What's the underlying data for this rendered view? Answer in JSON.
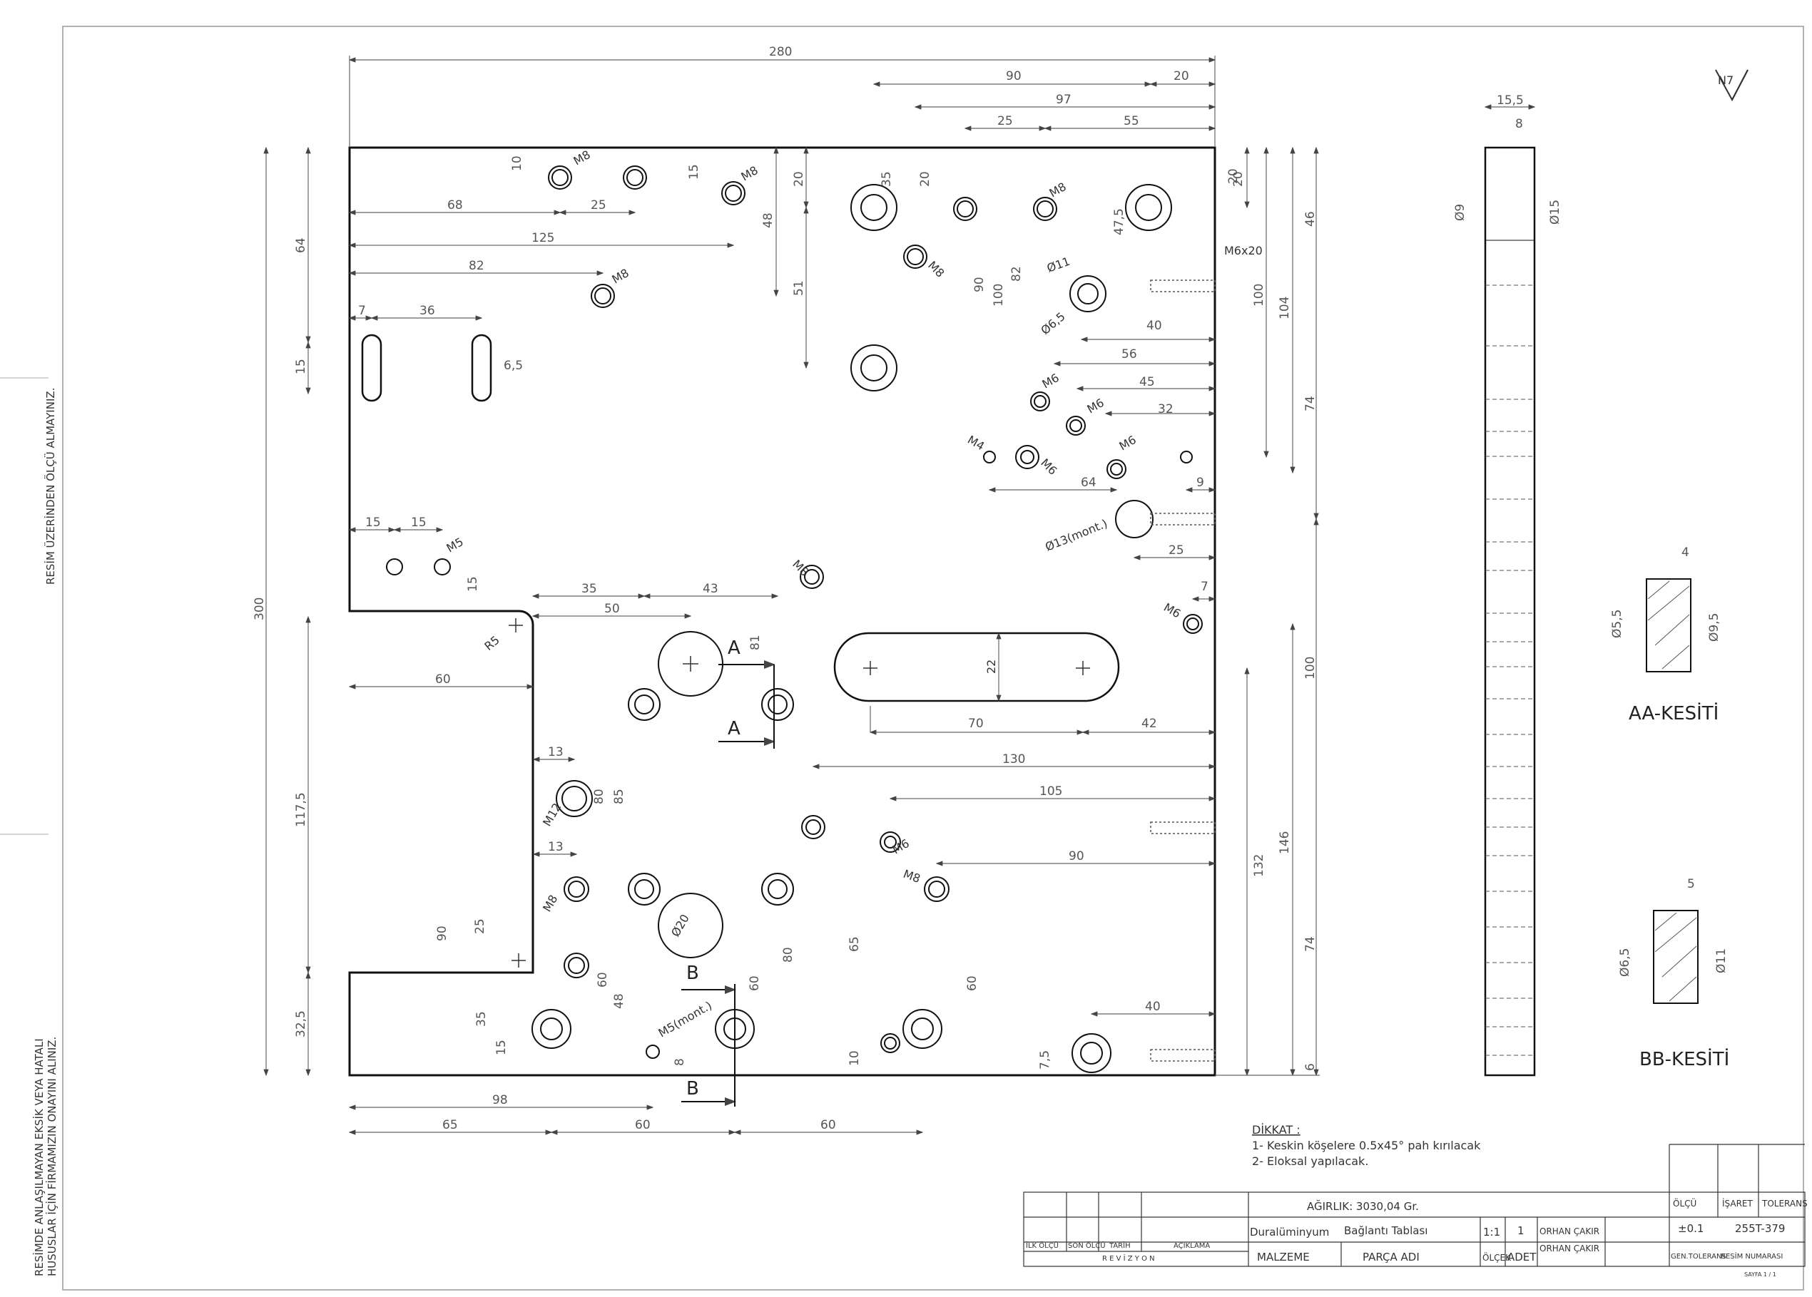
{
  "side_notes": {
    "top": "RESİM ÜZERİNDEN ÖLÇÜ ALMAYINIZ.",
    "bottom_line1": "RESİMDE ANLAŞILMAYAN EKSİK VEYA HATALI",
    "bottom_line2": "HUSUSLAR İÇİN FİRMAMIZIN ONAYINI ALINIZ."
  },
  "surface": "N7",
  "overall": {
    "width": "280",
    "height": "300"
  },
  "dims_h": [
    "90",
    "20",
    "97",
    "25",
    "55",
    "20",
    "68",
    "25",
    "125",
    "82",
    "7",
    "36",
    "6,5",
    "15",
    "15",
    "35",
    "43",
    "50",
    "60",
    "56",
    "45",
    "32",
    "40",
    "64",
    "9",
    "25",
    "7",
    "70",
    "42",
    "130",
    "105",
    "90",
    "13",
    "13",
    "40",
    "98",
    "65",
    "60",
    "60"
  ],
  "dims_v": [
    "10",
    "15",
    "48",
    "51",
    "20",
    "35",
    "20",
    "47,5",
    "90",
    "100",
    "82",
    "20",
    "46",
    "100",
    "104",
    "74",
    "64",
    "15",
    "15",
    "60",
    "117,5",
    "32,5",
    "81",
    "85",
    "80",
    "25",
    "90",
    "35",
    "15",
    "60",
    "48",
    "80",
    "60",
    "65",
    "10",
    "60",
    "100",
    "132",
    "146",
    "74",
    "6",
    "7,5",
    "8"
  ],
  "callouts": [
    "M8",
    "M8",
    "M8",
    "M8",
    "M8",
    "M8",
    "M8",
    "M8",
    "M8",
    "M6x20",
    "Ø11",
    "Ø6,5",
    "M6",
    "M6",
    "M6",
    "M6",
    "M4",
    "M6",
    "Ø13(mont.)",
    "M5",
    "R5",
    "M12",
    "Ø20",
    "M5(mont.)",
    "M6",
    "22"
  ],
  "section_marks": {
    "a": "A",
    "b": "B"
  },
  "side_view": {
    "width": "15,5",
    "sub": "8",
    "d1": "Ø9",
    "d2": "Ø15"
  },
  "section_aa": {
    "title": "AA-KESİTİ",
    "top": "4",
    "d1": "Ø5,5",
    "d2": "Ø9,5"
  },
  "section_bb": {
    "title": "BB-KESİTİ",
    "top": "5",
    "d1": "Ø6,5",
    "d2": "Ø11"
  },
  "notes": {
    "title": "DİKKAT :",
    "n1": "1- Keskin köşelere 0.5x45° pah kırılacak",
    "n2": "2- Eloksal yapılacak."
  },
  "title_block": {
    "weight": "AĞIRLIK: 3030,04 Gr.",
    "material": "Duralüminyum",
    "part": "Bağlantı Tablası",
    "scale": "1:1",
    "qty": "1",
    "drawn1": "ORHAN ÇAKIR",
    "drawn2": "ORHAN ÇAKIR",
    "material_lbl": "MALZEME",
    "part_lbl": "PARÇA ADI",
    "scale_lbl": "ÖLÇEK",
    "qty_lbl": "ADET",
    "olcu": "ÖLÇÜ",
    "isaret": "İŞARET",
    "tolerans": "TOLERANS",
    "gen_tol": "±0.1",
    "drawing_no": "255T-379",
    "gen_tol_lbl": "GEN.TOLERANS",
    "drawing_no_lbl": "RESİM NUMARASI",
    "rev_cols": [
      "İLK ÖLÇÜ",
      "SON ÖLÇÜ",
      "TARİH",
      "AÇIKLAMA"
    ],
    "revision": "R E V İ Z Y O N",
    "sheet": "SAYFA 1 / 1"
  }
}
